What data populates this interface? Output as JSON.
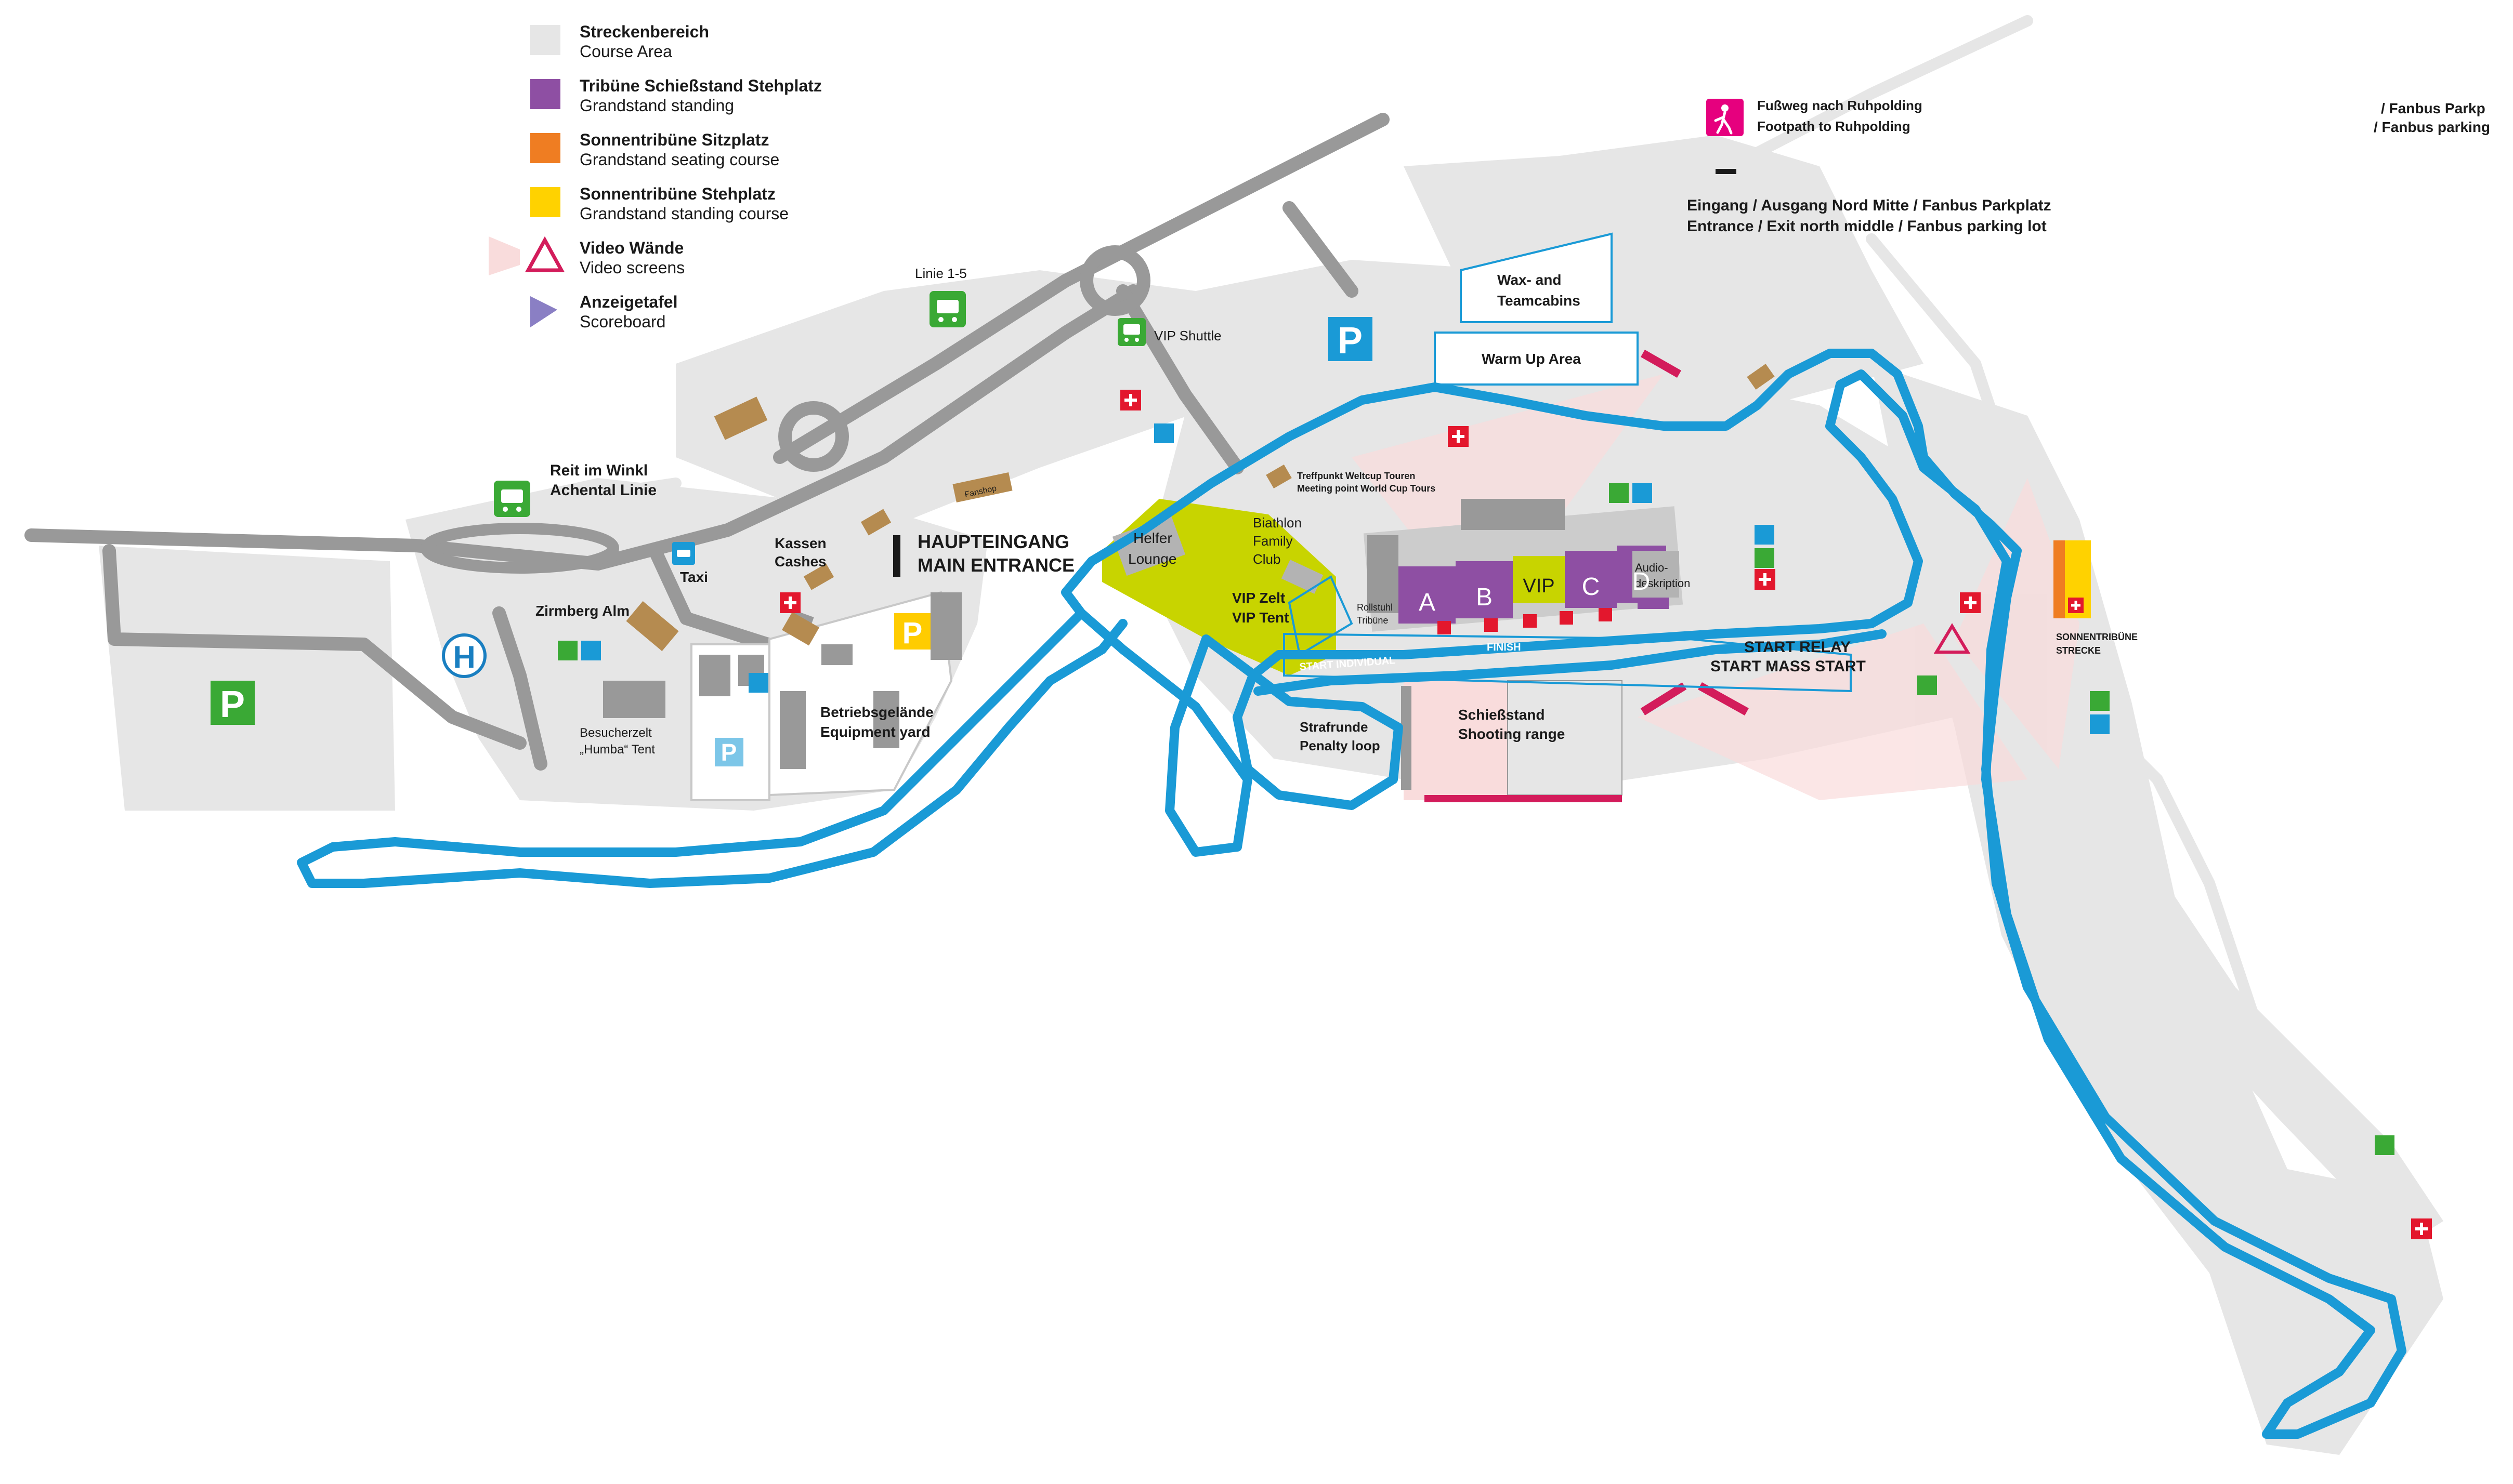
{
  "legend": {
    "items": [
      {
        "de": "Streckenbereich",
        "en": "Course Area",
        "color": "#e6e6e6"
      },
      {
        "de": "Tribüne Schießstand Stehplatz",
        "en": "Grandstand standing",
        "color": "#8e4fa3"
      },
      {
        "de": "Sonnentribüne Sitzplatz",
        "en": "Grandstand seating course",
        "color": "#ef7d22"
      },
      {
        "de": "Sonnentribüne Stehplatz",
        "en": "Grandstand standing course",
        "color": "#ffd200"
      },
      {
        "de": "Video Wände",
        "en": "Video screens",
        "color": "#d31c5b"
      },
      {
        "de": "Anzeigetafel",
        "en": "Scoreboard",
        "color": "#8a7fc4"
      }
    ]
  },
  "colors": {
    "track": "#1a9ad6",
    "area": "#e6e6e6",
    "road": "#999999",
    "grandstand": "#8e4fa3",
    "vip": "#c8d400",
    "medic": "#e3172d",
    "bus": "#3aa935",
    "parking_blue": "#1a9ad6",
    "parking_green": "#3aa935",
    "parking_yellow": "#ffcc00",
    "footpath": "#e6007e",
    "hut": "#b58b50",
    "shooting_border": "#d31c5b"
  },
  "labels": {
    "footpath_de": "Fußweg nach Ruhpolding",
    "footpath_en": "Footpath to Ruhpolding",
    "fanbus_top1": "/ Fanbus Parkp",
    "fanbus_top2": "/ Fanbus parking",
    "north_de": "Eingang / Ausgang Nord Mitte / Fanbus Parkplatz",
    "north_en": "Entrance / Exit north middle / Fanbus parking lot",
    "linie": "Linie 1-5",
    "vip_shuttle": "VIP Shuttle",
    "wax1": "Wax- and",
    "wax2": "Teamcabins",
    "warmup": "Warm Up Area",
    "reit1": "Reit im Winkl",
    "reit2": "Achental Linie",
    "treff1": "Treffpunkt Weltcup Touren",
    "treff2": "Meeting point World Cup Tours",
    "helfer1": "Helfer",
    "helfer2": "Lounge",
    "family1": "Biathlon",
    "family2": "Family",
    "family3": "Club",
    "kassen1": "Kassen",
    "kassen2": "Cashes",
    "haupt1": "HAUPTEINGANG",
    "haupt2": "MAIN ENTRANCE",
    "taxi": "Taxi",
    "zirmberg": "Zirmberg Alm",
    "vipzelt1": "VIP Zelt",
    "vipzelt2": "VIP Tent",
    "rollstuhl1": "Rollstuhl",
    "rollstuhl2": "Tribüne",
    "audio1": "Audio-",
    "audio2": "deskription",
    "finish": "FINISH",
    "start_individual": "START INDIVIDUAL",
    "start_relay": "START RELAY",
    "start_mass": "START MASS START",
    "betrieb1": "Betriebsgelände",
    "betrieb2": "Equipment yard",
    "strafrunde1": "Strafrunde",
    "strafrunde2": "Penalty loop",
    "schiess1": "Schießstand",
    "schiess2": "Shooting range",
    "besucher1": "Besucherzelt",
    "besucher2": "„Humba“ Tent",
    "sonnen1": "SONNENTRIBÜNE",
    "sonnen2": "STRECKE",
    "farnshop": "Fanshop",
    "parking_letter": "P",
    "heli_letter": "H",
    "block_a": "A",
    "block_b": "B",
    "block_vip": "VIP",
    "block_c": "C",
    "block_d": "D"
  }
}
